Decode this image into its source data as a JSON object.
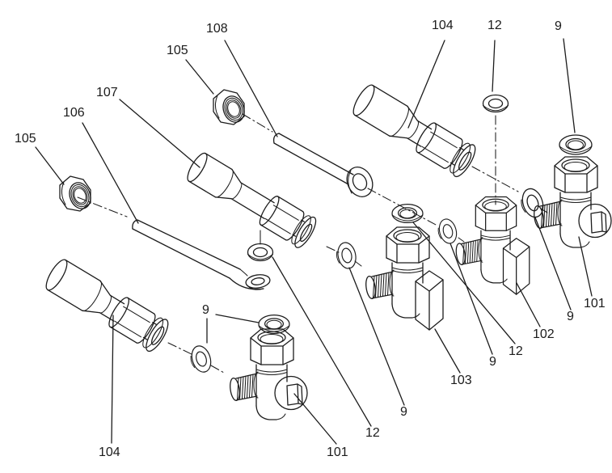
{
  "figure": {
    "type": "exploded-parts-diagram",
    "subject": "valve and tube assemblies",
    "line_color": "#1c1c1c",
    "background_color": "#ffffff",
    "part_numbers": [
      "9",
      "12",
      "101",
      "102",
      "103",
      "104",
      "105",
      "106",
      "107",
      "108"
    ],
    "callouts": [
      {
        "id": "105-left",
        "label": "105"
      },
      {
        "id": "106",
        "label": "106"
      },
      {
        "id": "107",
        "label": "107"
      },
      {
        "id": "105-top",
        "label": "105"
      },
      {
        "id": "108",
        "label": "108"
      },
      {
        "id": "104-top",
        "label": "104"
      },
      {
        "id": "12-top",
        "label": "12"
      },
      {
        "id": "9-top",
        "label": "9"
      },
      {
        "id": "101-right",
        "label": "101"
      },
      {
        "id": "9-right",
        "label": "9"
      },
      {
        "id": "102",
        "label": "102"
      },
      {
        "id": "12-mid",
        "label": "12"
      },
      {
        "id": "9-mid",
        "label": "9"
      },
      {
        "id": "103",
        "label": "103"
      },
      {
        "id": "9-lower",
        "label": "9"
      },
      {
        "id": "12-bottom",
        "label": "12"
      },
      {
        "id": "101-bottom",
        "label": "101"
      },
      {
        "id": "9-bottomleft",
        "label": "9"
      },
      {
        "id": "104-bottom",
        "label": "104"
      }
    ]
  }
}
